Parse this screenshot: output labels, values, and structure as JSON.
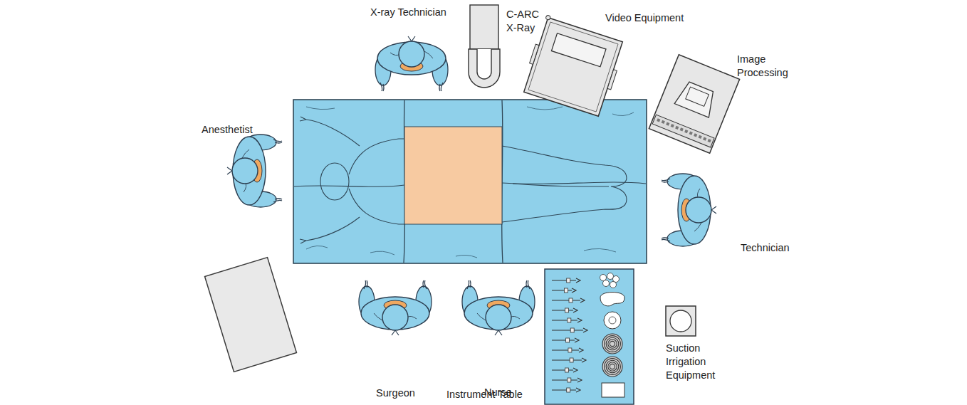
{
  "diagram": {
    "nodes": [
      {
        "text": [
          "X-ray Technician"
        ]
      },
      {
        "text": [
          "C-ARC X-Ray"
        ]
      },
      {
        "text": [
          "Video Equipment"
        ]
      },
      {
        "text": [
          "Image Processing"
        ]
      },
      {
        "text": [
          "Anesthetist"
        ]
      },
      {
        "text": [
          "Technician"
        ]
      },
      {
        "text": [
          "Surgeon"
        ]
      },
      {
        "text": [
          "Nurse"
        ]
      },
      {
        "text": [
          "Instrument Table"
        ]
      },
      {
        "text": [
          "Suction Irrigation Equipment"
        ]
      }
    ]
  }
}
